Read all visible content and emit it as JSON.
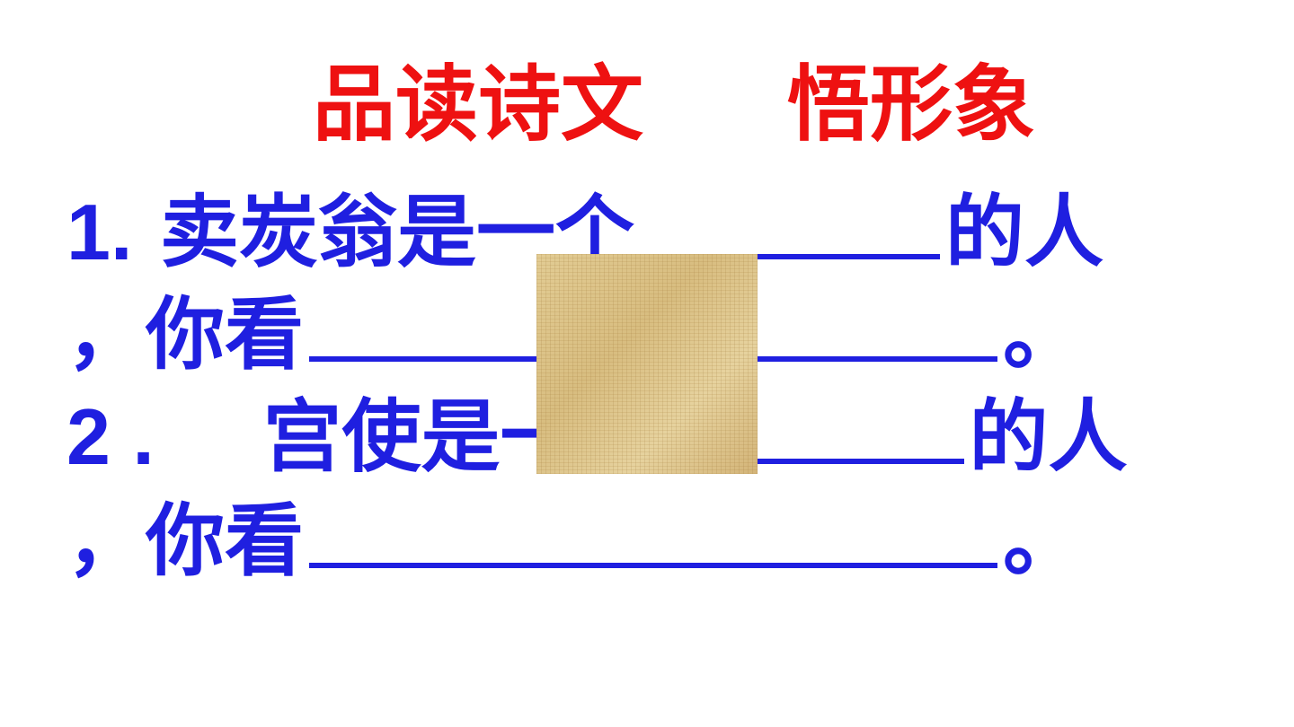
{
  "colors": {
    "title": "#ee1111",
    "body": "#1f1fe0"
  },
  "title": {
    "part1": "品读诗文",
    "part2": "悟形象"
  },
  "q1": {
    "number": "1.",
    "prefix": "卖炭翁是一个",
    "suffix": "的人",
    "line2_prefix": "，你看",
    "line2_end": "。"
  },
  "q2": {
    "number": "2 .",
    "prefix": "宫使是一个",
    "suffix": "的人",
    "line2_prefix": "，你看",
    "line2_end": "。"
  }
}
